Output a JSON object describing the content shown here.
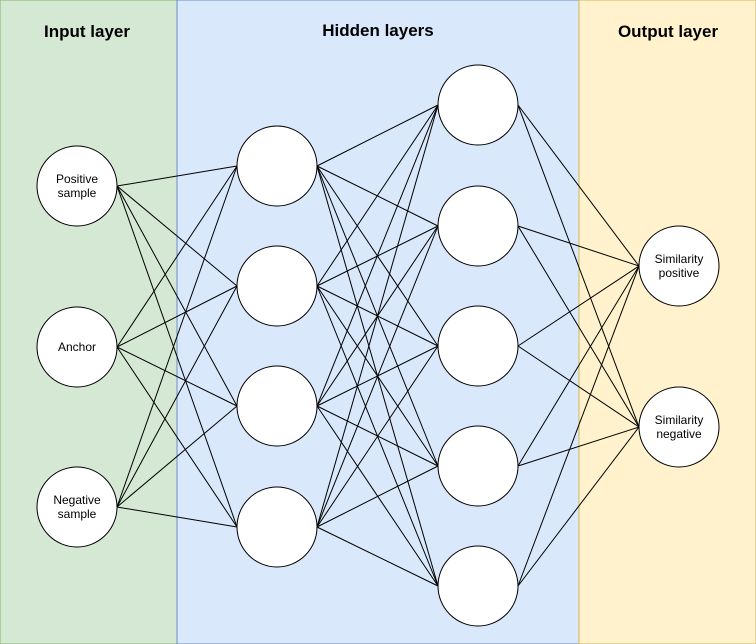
{
  "panels": {
    "input": {
      "title": "Input layer",
      "color": "#d5e8d4",
      "border": "#82b366"
    },
    "hidden": {
      "title": "Hidden layers",
      "color": "#dae8fc",
      "border": "#6c8ebf"
    },
    "output": {
      "title": "Output layer",
      "color": "#fff2cc",
      "border": "#d6b656"
    }
  },
  "nodes": {
    "input": [
      {
        "id": "positive-sample",
        "lines": [
          "Positive",
          "sample"
        ]
      },
      {
        "id": "anchor",
        "lines": [
          "Anchor"
        ]
      },
      {
        "id": "negative-sample",
        "lines": [
          "Negative",
          "sample"
        ]
      }
    ],
    "hidden1_count": 4,
    "hidden2_count": 5,
    "output": [
      {
        "id": "similarity-positive",
        "lines": [
          "Similarity",
          "positive"
        ]
      },
      {
        "id": "similarity-negative",
        "lines": [
          "Similarity",
          "negative"
        ]
      }
    ]
  },
  "connectivity": "fully-connected between adjacent layers"
}
